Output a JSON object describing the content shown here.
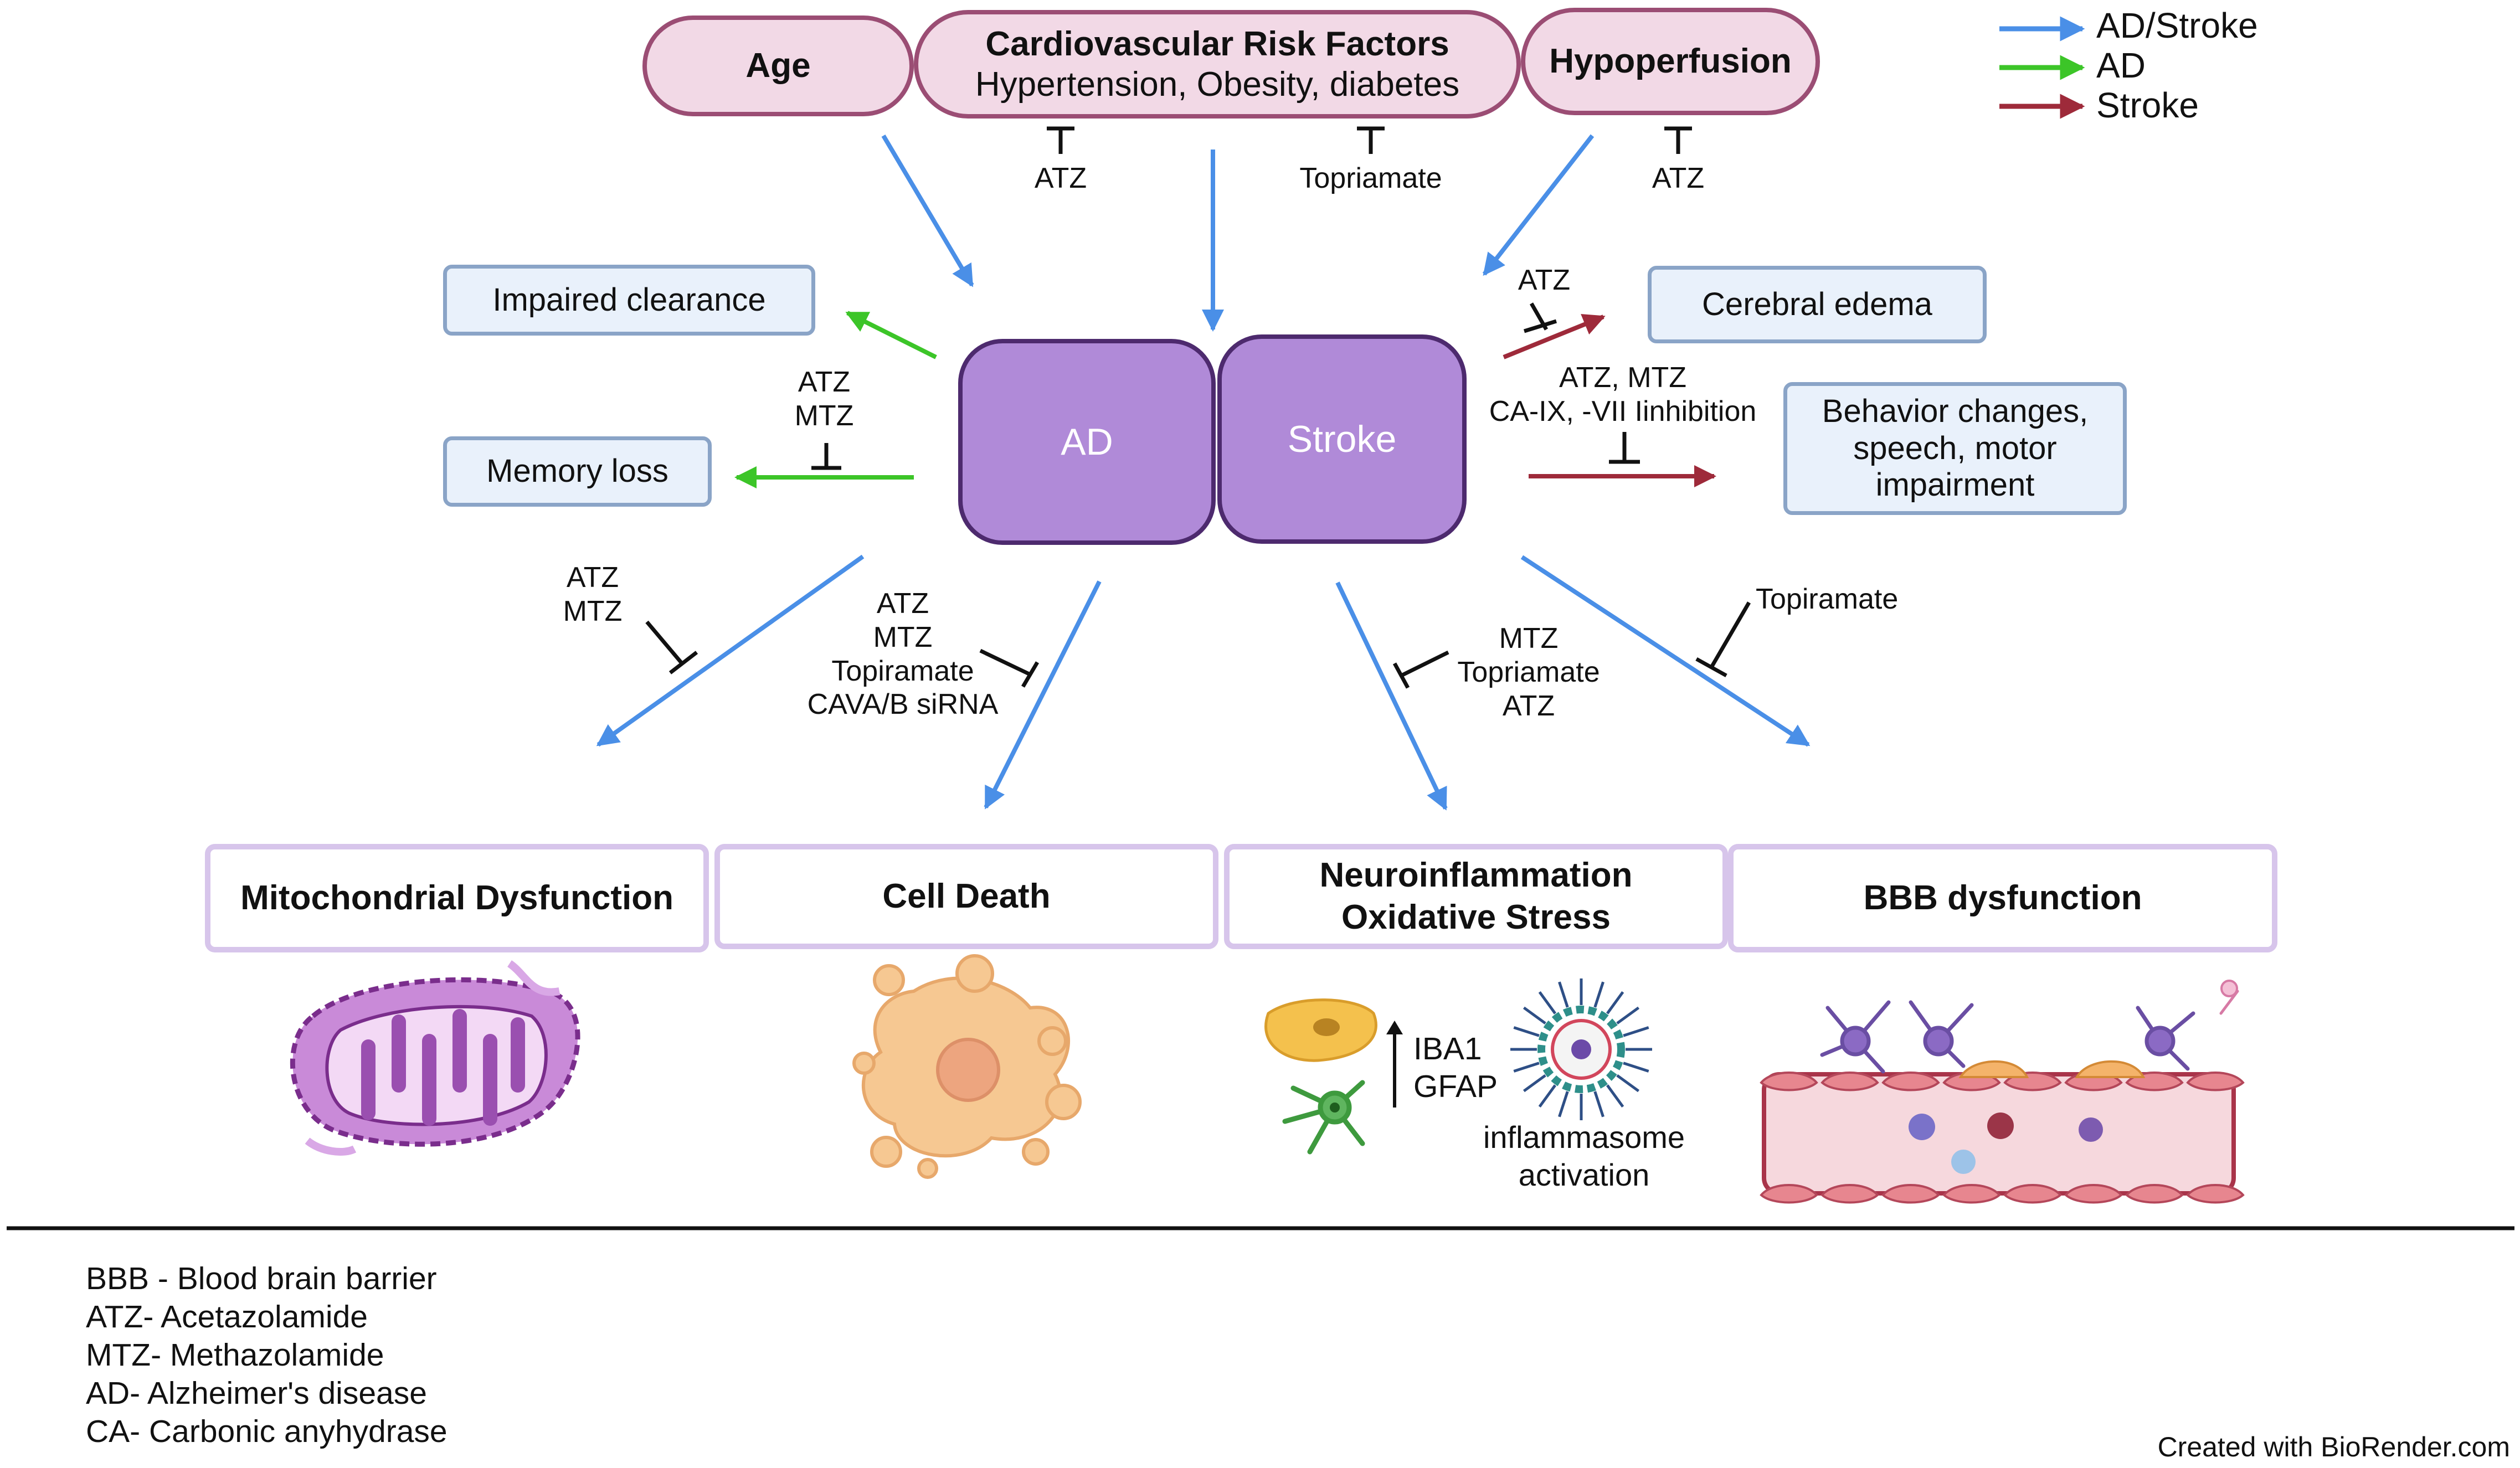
{
  "legend": {
    "ad_stroke": "AD/Stroke",
    "ad": "AD",
    "stroke": "Stroke",
    "colors": {
      "ad_stroke": "#4a8fe7",
      "ad": "#3cc528",
      "stroke": "#9e2a3a"
    }
  },
  "risk_factors": {
    "age": "Age",
    "cardio_title": "Cardiovascular Risk Factors",
    "cardio_sub": "Hypertension, Obesity, diabetes",
    "hypoperfusion": "Hypoperfusion"
  },
  "diseases": {
    "ad": "AD",
    "stroke": "Stroke"
  },
  "outcomes": {
    "impaired_clearance": "Impaired clearance",
    "memory_loss": "Memory loss",
    "cerebral_edema": "Cerebral edema",
    "behavior_line1": "Behavior changes,",
    "behavior_line2": "speech, motor",
    "behavior_line3": "impairment"
  },
  "inhibitors": {
    "cardio_atz": "ATZ",
    "cardio_topiramate": "Topriamate",
    "hypo_atz": "ATZ",
    "edema_atz": "ATZ",
    "behavior_line1": "ATZ, MTZ",
    "behavior_line2": "CA-IX, -VII Iinhibition",
    "memory_line1": "ATZ",
    "memory_line2": "MTZ",
    "mito_line1": "ATZ",
    "mito_line2": "MTZ",
    "celldeath_line1": "ATZ",
    "celldeath_line2": "MTZ",
    "celldeath_line3": "Topiramate",
    "celldeath_line4": "CAVA/B siRNA",
    "neuro_line1": "MTZ",
    "neuro_line2": "Topriamate",
    "neuro_line3": "ATZ",
    "bbb": "Topiramate"
  },
  "mechanisms": {
    "mito": "Mitochondrial Dysfunction",
    "cell_death": "Cell Death",
    "neuro_line1": "Neuroinflammation",
    "neuro_line2": "Oxidative Stress",
    "bbb": "BBB dysfunction"
  },
  "illustrations": {
    "iba1": "IBA1",
    "gfap": "GFAP",
    "inflammasome_line1": "inflammasome",
    "inflammasome_line2": "activation"
  },
  "abbreviations": [
    "BBB - Blood brain barrier",
    "ATZ- Acetazolamide",
    "MTZ- Methazolamide",
    "AD- Alzheimer's disease",
    "CA- Carbonic anyhydrase"
  ],
  "credit": "Created with BioRender.com"
}
